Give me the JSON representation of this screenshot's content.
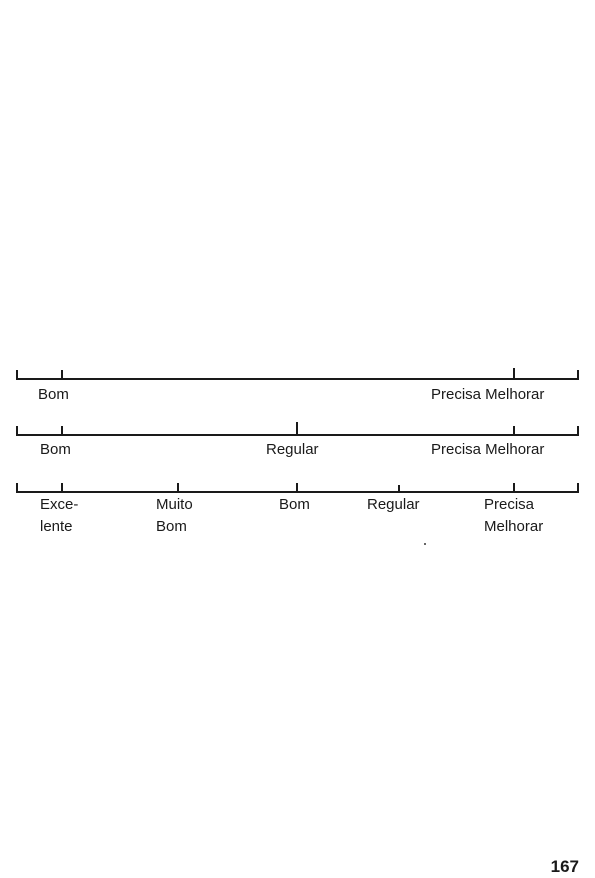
{
  "scales": [
    {
      "labels": [
        "Bom",
        "Precisa Melhorar"
      ]
    },
    {
      "labels": [
        "Bom",
        "Regular",
        "Precisa Melhorar"
      ]
    },
    {
      "labels": [
        {
          "line1": "Exce-",
          "line2": "lente"
        },
        {
          "line1": "Muito",
          "line2": "Bom"
        },
        {
          "line1": "Bom",
          "line2": ""
        },
        {
          "line1": "Regular",
          "line2": ""
        },
        {
          "line1": "Precisa",
          "line2": "Melhorar"
        }
      ]
    }
  ],
  "page_number": "167"
}
